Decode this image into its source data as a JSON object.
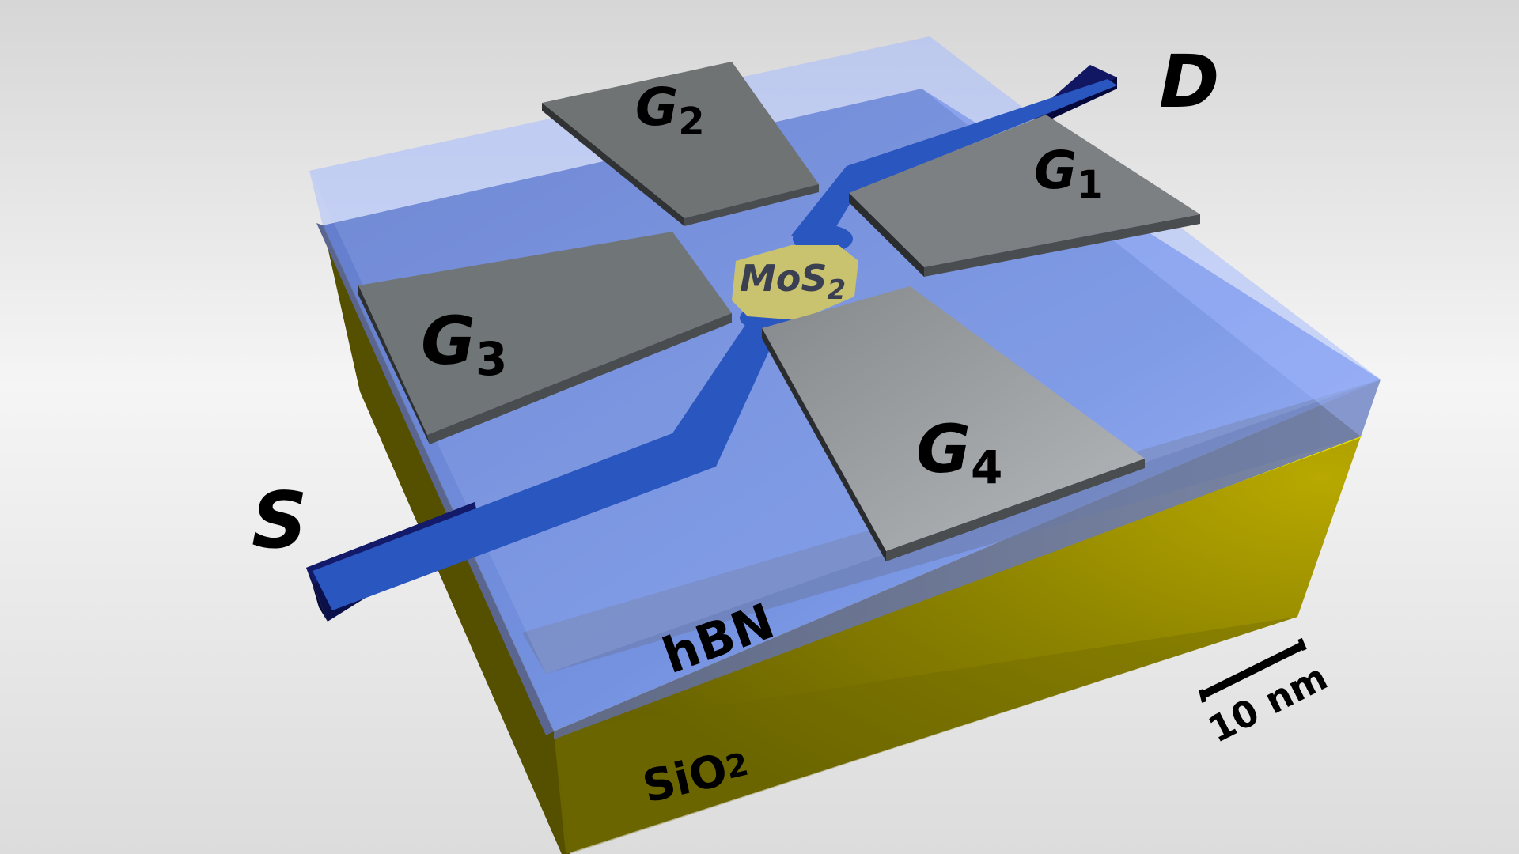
{
  "labels": {
    "drain": "D",
    "source": "S",
    "mos2_main": "MoS",
    "mos2_sub": "2",
    "hbn": "hBN",
    "sio2_main": "SiO",
    "sio2_sub": "2",
    "scale_bar": "10 nm"
  },
  "gates": [
    {
      "letter": "G",
      "sub": "1"
    },
    {
      "letter": "G",
      "sub": "2"
    },
    {
      "letter": "G",
      "sub": "3"
    },
    {
      "letter": "G",
      "sub": "4"
    }
  ],
  "colors": {
    "background_top": "#d8d8d8",
    "background_mid": "#f2f2f2",
    "sio2": "#8a8000",
    "sio2_dark": "#5f5a00",
    "hbn_top": "#7f9ae0",
    "hbn_side": "#5f6a88",
    "electrode": "#0f1460",
    "channel": "#2a56c0",
    "gate": "#7b7f82",
    "gate_edge": "#3e4143",
    "mos2": "#c9c26f"
  }
}
